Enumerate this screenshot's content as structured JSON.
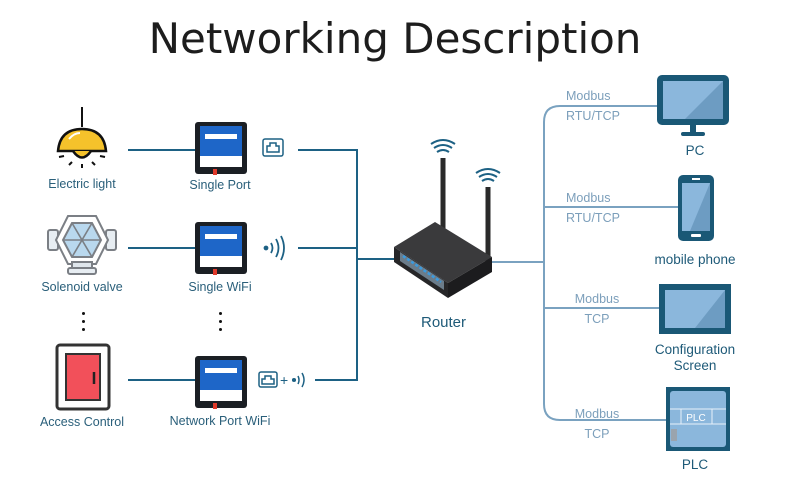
{
  "title": "Networking Description",
  "devices_left": [
    {
      "label": "Electric light",
      "icon": "pendant-lamp-icon"
    },
    {
      "label": "Solenoid valve",
      "icon": "solenoid-valve-icon"
    },
    {
      "label": "Access Control",
      "icon": "access-control-door-icon"
    }
  ],
  "gateways": [
    {
      "label": "Single Port",
      "link_icon": "ethernet-port-icon"
    },
    {
      "label": "Single WiFi",
      "link_icon": "wifi-signal-icon"
    },
    {
      "label": "Network Port WiFi",
      "link_icon": "ethernet-plus-wifi-icon",
      "plus": "+"
    }
  ],
  "router": {
    "label": "Router"
  },
  "clients": [
    {
      "label": "PC",
      "protocol_line1": "Modbus",
      "protocol_line2": "RTU/TCP",
      "icon": "monitor-icon"
    },
    {
      "label": "mobile phone",
      "protocol_line1": "Modbus",
      "protocol_line2": "RTU/TCP",
      "icon": "smartphone-icon"
    },
    {
      "label_line1": "Configuration",
      "label_line2": "Screen",
      "protocol_line1": "Modbus",
      "protocol_line2": "TCP",
      "icon": "touch-screen-icon"
    },
    {
      "label": "PLC",
      "protocol_line1": "Modbus",
      "protocol_line2": "TCP",
      "icon": "plc-icon",
      "plc_text": "PLC"
    }
  ],
  "colors": {
    "left_line": "#1d6184",
    "right_line": "#7aa2c0",
    "label_text": "#2a5f7a",
    "protocol_text": "#7c9fbb",
    "device_dark": "#1a5876",
    "device_screen": "#8bb7dc",
    "lamp_yellow": "#f5c22b",
    "door_red": "#f2505a"
  }
}
